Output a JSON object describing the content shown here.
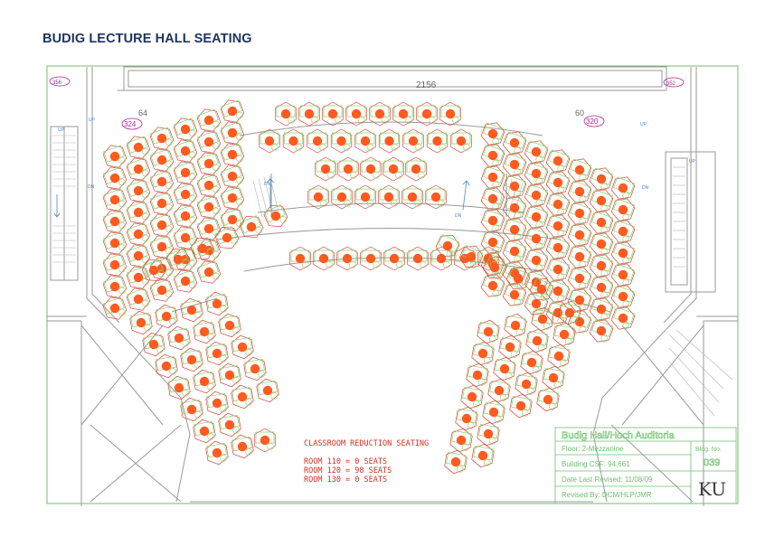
{
  "title": "BUDIG LECTURE HALL SEATING",
  "colors": {
    "title": "#1f3562",
    "wall": "#9a9a9a",
    "border": "#6cc06c",
    "seat_hex": "#d24a3c",
    "seat_dot": "#ff5a1f",
    "desk": "#8fcf6c",
    "room_tag": "#b0239a",
    "arrow": "#4a88c8"
  },
  "plan": {
    "room_labels": [
      {
        "text": "2156"
      },
      {
        "text": "64"
      },
      {
        "text": "60"
      },
      {
        "text": "324"
      },
      {
        "text": "320"
      },
      {
        "text": "356"
      },
      {
        "text": "352"
      }
    ],
    "stair_marks": [
      "UP",
      "UP",
      "DN",
      "DN",
      "UP",
      "DN",
      "DN",
      "UP"
    ]
  },
  "notes": {
    "heading": "CLASSROOM REDUCTION SEATING",
    "rooms": [
      "ROOM 110 = 0 SEATS",
      "ROOM 120 = 98 SEATS",
      "ROOM 130 = 0 SEATS"
    ]
  },
  "title_block": {
    "name": "Budig Hall/Hoch Auditoria",
    "floor": "Floor: 2-Mezzanine",
    "bldg_label": "Bldg. No.",
    "bldg_no": "039",
    "csf": "Building CSF: 94,661",
    "date": "Date Last Revised: 11/08/09",
    "revised_by": "Revised By: DCM/HLP/JMR",
    "logo": "KU"
  }
}
